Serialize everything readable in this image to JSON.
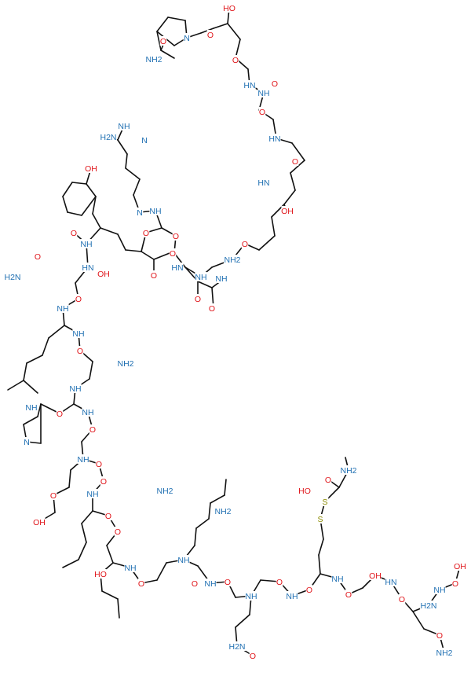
{
  "colors": {
    "bond": "#111111",
    "nitrogen": "#1f6fb2",
    "oxygen": "#e0161b",
    "sulfur": "#8a8a00",
    "background": "#ffffff"
  },
  "labels": {
    "nh": "NH",
    "hn": "HN",
    "n": "N",
    "nh2": "NH2",
    "h2n": "H2N",
    "o": "O",
    "oh": "OH",
    "ho": "HO",
    "s": "S"
  }
}
